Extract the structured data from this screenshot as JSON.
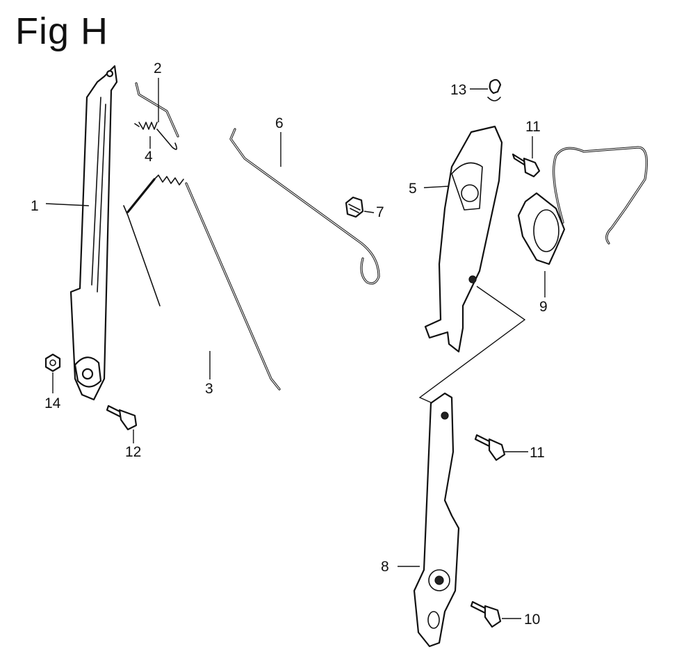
{
  "figure": {
    "title": "Fig H"
  },
  "callouts": {
    "c1": "1",
    "c2": "2",
    "c3": "3",
    "c4": "4",
    "c5": "5",
    "c6": "6",
    "c7": "7",
    "c8": "8",
    "c9": "9",
    "c10": "10",
    "c11a": "11",
    "c11b": "11",
    "c12": "12",
    "c13": "13",
    "c14": "14"
  }
}
